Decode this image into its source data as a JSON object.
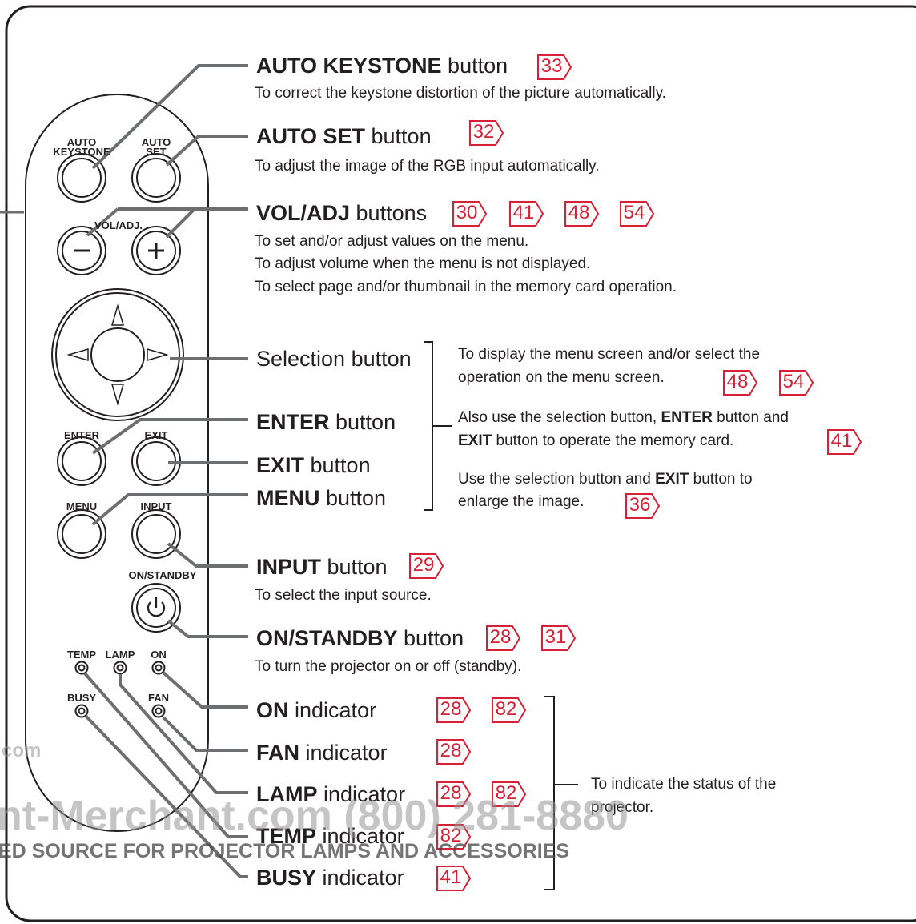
{
  "remote": {
    "labels": {
      "auto_keystone": "AUTO\nKEYSTONE",
      "auto_set": "AUTO\nSET",
      "vol_adj": "VOL/ADJ.",
      "enter": "ENTER",
      "exit": "EXIT",
      "menu": "MENU",
      "input": "INPUT",
      "on_standby": "ON/STANDBY",
      "temp": "TEMP",
      "lamp": "LAMP",
      "on": "ON",
      "busy": "BUSY",
      "fan": "FAN"
    }
  },
  "callouts": {
    "auto_keystone": {
      "bold": "AUTO KEYSTONE",
      "rest": " button",
      "refs": [
        "33"
      ],
      "desc": "To correct the keystone distortion of the picture automatically."
    },
    "auto_set": {
      "bold": "AUTO SET",
      "rest": " button",
      "refs": [
        "32"
      ],
      "desc": "To adjust the image of the RGB input automatically."
    },
    "vol_adj": {
      "bold": "VOL/ADJ",
      "rest": " buttons",
      "refs": [
        "30",
        "41",
        "48",
        "54"
      ],
      "desc1": "To set and/or adjust values on the menu.",
      "desc2": "To adjust volume when the menu is not displayed.",
      "desc3": "To select page and/or thumbnail in the memory card operation."
    },
    "selection": {
      "label": "Selection button"
    },
    "enter": {
      "bold": "ENTER",
      "rest": " button"
    },
    "exit": {
      "bold": "EXIT",
      "rest": " button"
    },
    "menu": {
      "bold": "MENU",
      "rest": " button"
    },
    "group_notes": {
      "note1_line1": "To display the menu screen and/or select the",
      "note1_line2": "operation on the menu screen.",
      "note1_refs": [
        "48",
        "54"
      ],
      "note2_line1_a": "Also use the selection button, ",
      "note2_line1_b": "ENTER",
      "note2_line1_c": " button and",
      "note2_line2_a": "EXIT",
      "note2_line2_b": " button to operate the memory card.",
      "note2_refs": [
        "41"
      ],
      "note3_line1_a": "Use the selection button and ",
      "note3_line1_b": "EXIT",
      "note3_line1_c": " button to",
      "note3_line2": "enlarge the image.",
      "note3_refs": [
        "36"
      ]
    },
    "input": {
      "bold": "INPUT",
      "rest": " button",
      "refs": [
        "29"
      ],
      "desc": "To select the input source."
    },
    "on_standby": {
      "bold": "ON/STANDBY",
      "rest": " button",
      "refs": [
        "28",
        "31"
      ],
      "desc": "To turn the projector on or off (standby)."
    },
    "indicators": {
      "on": {
        "bold": "ON",
        "rest": " indicator",
        "refs": [
          "28",
          "82"
        ]
      },
      "fan": {
        "bold": "FAN",
        "rest": " indicator",
        "refs": [
          "28"
        ]
      },
      "lamp": {
        "bold": "LAMP",
        "rest": " indicator",
        "refs": [
          "28",
          "82"
        ]
      },
      "temp": {
        "bold": "TEMP",
        "rest": " indicator",
        "refs": [
          "82"
        ]
      },
      "busy": {
        "bold": "BUSY",
        "rest": " indicator",
        "refs": [
          "41"
        ]
      },
      "status_line1": "To indicate the status of the",
      "status_line2": "projector."
    }
  },
  "watermark": {
    "line1": "com",
    "line2": "nt-Merchant.com (800) 281-8880",
    "line3": "ED SOURCE FOR PROJECTOR LAMPS AND ACCESSORIES"
  },
  "colors": {
    "ref": "#d71f35",
    "leader": "#6d6e70",
    "ink": "#231f20"
  }
}
